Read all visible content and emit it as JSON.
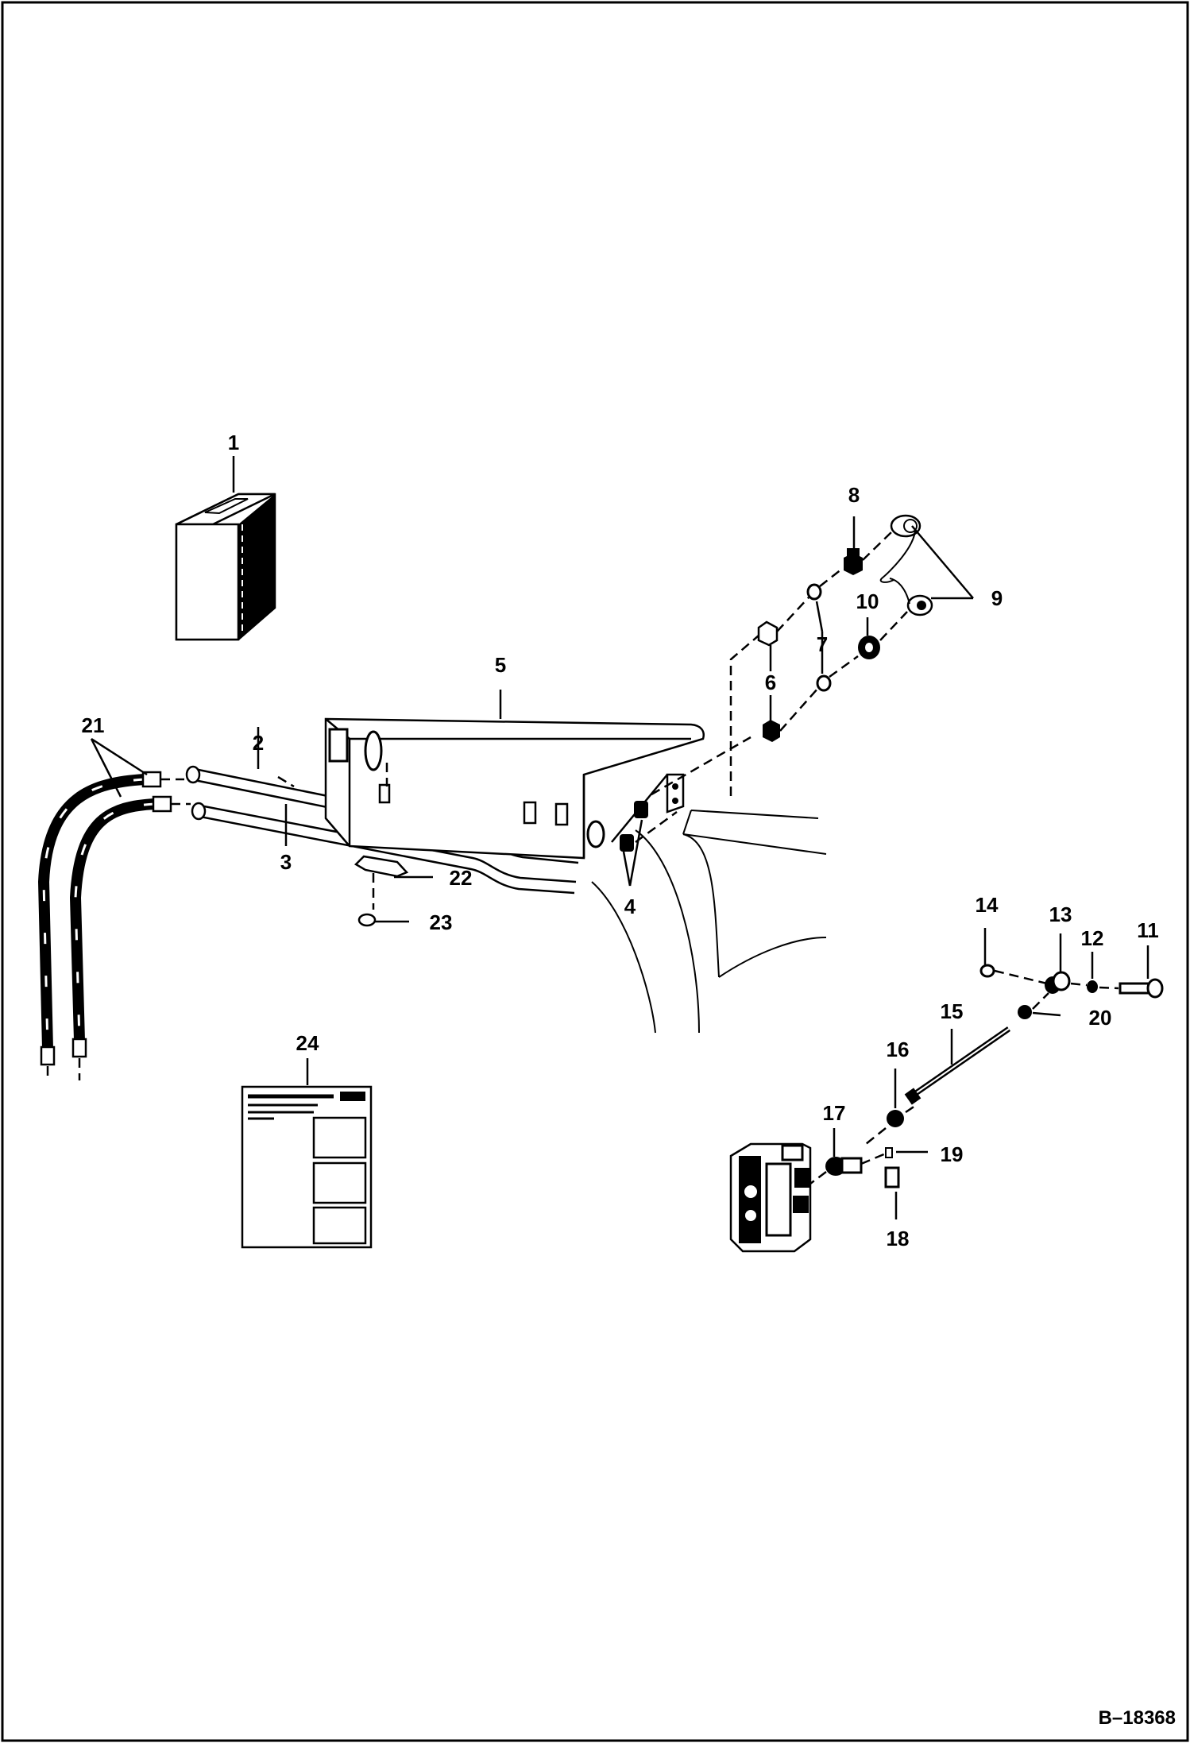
{
  "figure_id": "B–18368",
  "callouts": [
    {
      "id": "c1",
      "label": "1"
    },
    {
      "id": "c2",
      "label": "2"
    },
    {
      "id": "c3",
      "label": "3"
    },
    {
      "id": "c4",
      "label": "4"
    },
    {
      "id": "c5",
      "label": "5"
    },
    {
      "id": "c6",
      "label": "6"
    },
    {
      "id": "c7",
      "label": "7"
    },
    {
      "id": "c8",
      "label": "8"
    },
    {
      "id": "c9",
      "label": "9"
    },
    {
      "id": "c10",
      "label": "10"
    },
    {
      "id": "c11",
      "label": "11"
    },
    {
      "id": "c12",
      "label": "12"
    },
    {
      "id": "c13",
      "label": "13"
    },
    {
      "id": "c14",
      "label": "14"
    },
    {
      "id": "c15",
      "label": "15"
    },
    {
      "id": "c16",
      "label": "16"
    },
    {
      "id": "c17",
      "label": "17"
    },
    {
      "id": "c18",
      "label": "18"
    },
    {
      "id": "c19",
      "label": "19"
    },
    {
      "id": "c20",
      "label": "20"
    },
    {
      "id": "c21",
      "label": "21"
    },
    {
      "id": "c22",
      "label": "22"
    },
    {
      "id": "c23",
      "label": "23"
    },
    {
      "id": "c24",
      "label": "24"
    }
  ]
}
